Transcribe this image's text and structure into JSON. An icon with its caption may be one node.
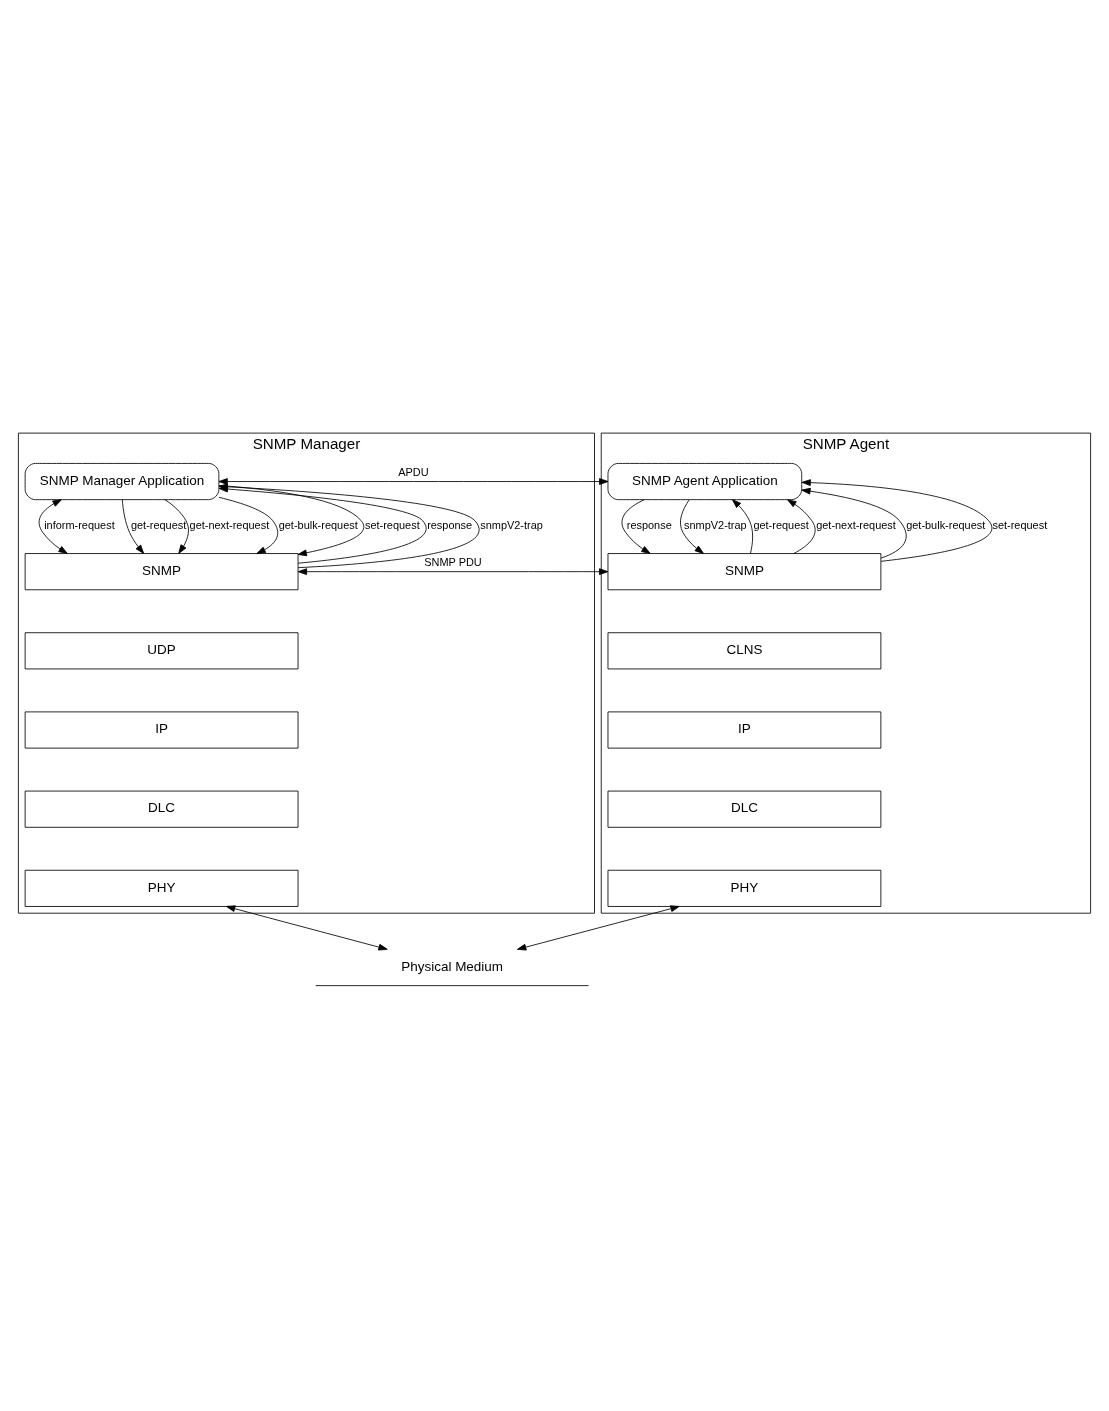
{
  "diagram": {
    "nodes": [
      {
        "text": [
          "SNMP Manager"
        ]
      },
      {
        "text": [
          "SNMP Manager Application"
        ],
        "in": 0
      },
      {
        "text": [
          "SNMP"
        ],
        "in": 0
      },
      {
        "text": [
          "UDP"
        ],
        "in": 0
      },
      {
        "text": [
          "IP"
        ],
        "in": 0
      },
      {
        "text": [
          "DLC"
        ],
        "in": 0
      },
      {
        "text": [
          "PHY"
        ],
        "in": 0
      },
      {
        "text": [
          "SNMP Agent"
        ]
      },
      {
        "text": [
          "SNMP Agent Application"
        ],
        "in": 7
      },
      {
        "text": [
          "SNMP"
        ],
        "in": 7
      },
      {
        "text": [
          "CLNS"
        ],
        "in": 7
      },
      {
        "text": [
          "IP"
        ],
        "in": 7
      },
      {
        "text": [
          "DLC"
        ],
        "in": 7
      },
      {
        "text": [
          "PHY"
        ],
        "in": 7
      },
      {
        "text": [
          "Physical Medium"
        ]
      }
    ],
    "edges": [
      {
        "from": 1,
        "to": 8,
        "arrow": "both",
        "label": "APDU"
      },
      {
        "from": 1,
        "to": 2,
        "arrow": "both",
        "label": "inform-request"
      },
      {
        "from": 1,
        "to": 2,
        "arrow": "to",
        "label": "get-request"
      },
      {
        "from": 1,
        "to": 2,
        "arrow": "to",
        "label": "get-next-request"
      },
      {
        "from": 1,
        "to": 2,
        "arrow": "to",
        "label": "get-bulk-request"
      },
      {
        "from": 1,
        "to": 2,
        "arrow": "to",
        "label": "set-request"
      },
      {
        "from": 2,
        "to": 1,
        "arrow": "to",
        "label": "response"
      },
      {
        "from": 2,
        "to": 1,
        "arrow": "to",
        "label": "snmpV2-trap"
      },
      {
        "from": 9,
        "to": 8,
        "arrow": "to",
        "label": "get-request"
      },
      {
        "from": 9,
        "to": 8,
        "arrow": "to",
        "label": "get-next-request"
      },
      {
        "from": 9,
        "to": 8,
        "arrow": "to",
        "label": "get-bulk-request"
      },
      {
        "from": 9,
        "to": 8,
        "arrow": "to",
        "label": "set-request"
      },
      {
        "from": 8,
        "to": 9,
        "arrow": "to",
        "label": "response"
      },
      {
        "from": 8,
        "to": 9,
        "arrow": "to",
        "label": "snmpV2-trap"
      },
      {
        "from": 2,
        "to": 9,
        "arrow": "both",
        "label": "SNMP PDU"
      },
      {
        "from": 6,
        "to": 14,
        "arrow": "both"
      },
      {
        "from": 13,
        "to": 14,
        "arrow": "both"
      }
    ]
  }
}
